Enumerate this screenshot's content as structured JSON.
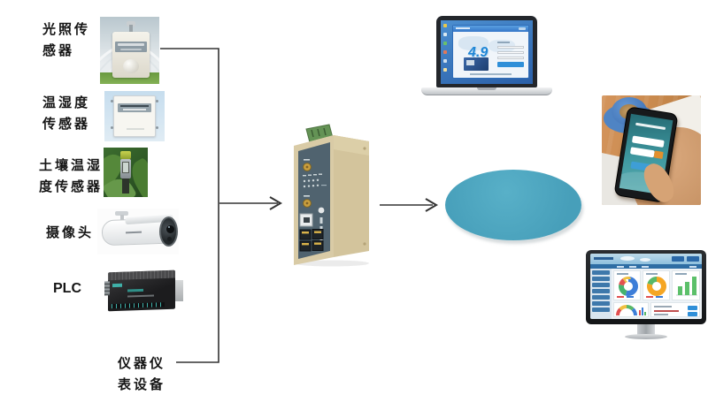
{
  "sensors": [
    {
      "name": "light-sensor",
      "label_line1": "光照传",
      "label_line2": "感器"
    },
    {
      "name": "temp-humidity-sensor",
      "label_line1": "温湿度",
      "label_line2": "传感器"
    },
    {
      "name": "soil-temp-humidity-sensor",
      "label_line1": "土壤温湿",
      "label_line2": "度传感器"
    },
    {
      "name": "camera",
      "label_line1": "摄像头",
      "label_line2": ""
    },
    {
      "name": "plc",
      "label_line1": "PLC",
      "label_line2": ""
    },
    {
      "name": "instrument-devices",
      "label_line1": "仪器仪",
      "label_line2": "表设备"
    }
  ],
  "gateway": {
    "name": "industrial-iot-gateway"
  },
  "cloud": {
    "name": "cloud-platform-ellipse",
    "color": "#47A0BA"
  },
  "terminals": {
    "laptop": {
      "name": "pc-monitoring-software",
      "big_text": "4.9"
    },
    "phone": {
      "name": "mobile-app-login"
    },
    "monitor": {
      "name": "dashboard-monitor"
    }
  },
  "connectors": {
    "color": "#333333"
  }
}
